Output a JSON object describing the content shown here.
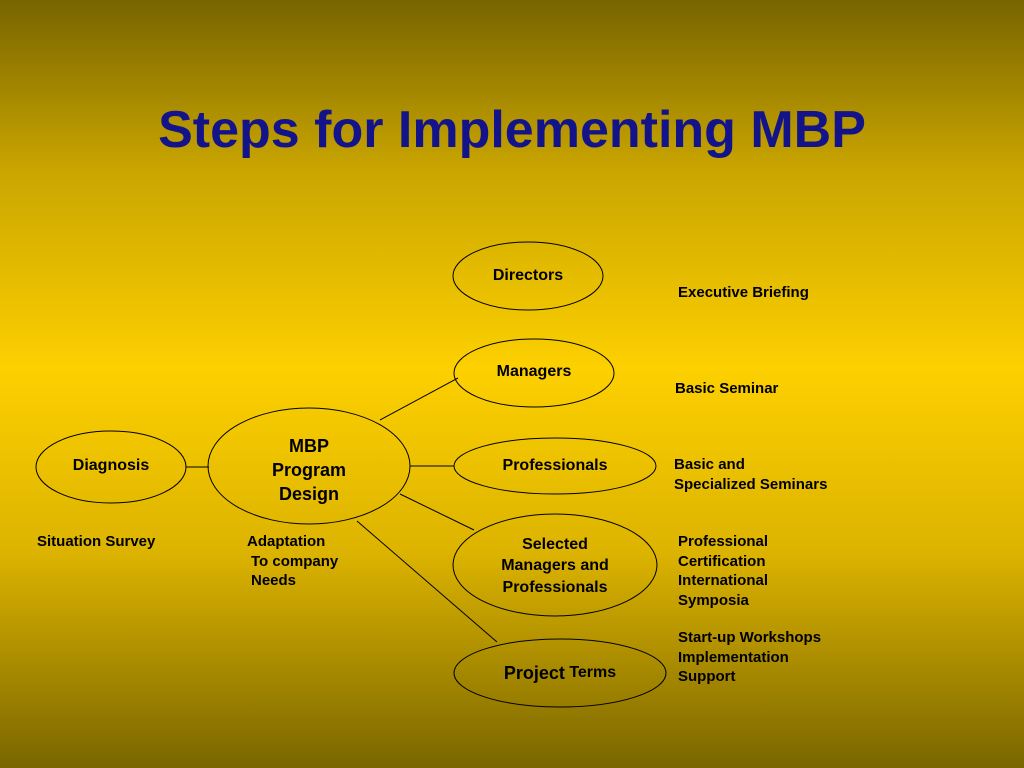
{
  "title": "Steps for Implementing MBP",
  "nodes": {
    "diagnosis": "Diagnosis",
    "mbp_line1": "MBP",
    "mbp_line2": "Program",
    "mbp_line3": "Design",
    "directors": "Directors",
    "managers": "Managers",
    "professionals": "Professionals",
    "selected_line1": "Selected",
    "selected_line2": "Managers and",
    "selected_line3": "Professionals",
    "project_word": "Project",
    "project_terms": " Terms"
  },
  "notes": {
    "situation_survey": "Situation Survey",
    "adaptation_line1": "Adaptation",
    "adaptation_line2": "To company",
    "adaptation_line3": "Needs",
    "executive_briefing": "Executive Briefing",
    "basic_seminar": "Basic Seminar",
    "basic_and_line1": "Basic and",
    "basic_and_line2": "Specialized Seminars",
    "prof_line1": "Professional",
    "prof_line2": "Certification",
    "prof_line3": "International",
    "prof_line4": "Symposia",
    "startup_line1": "Start-up Workshops",
    "startup_line2": "Implementation",
    "startup_line3": "Support"
  }
}
